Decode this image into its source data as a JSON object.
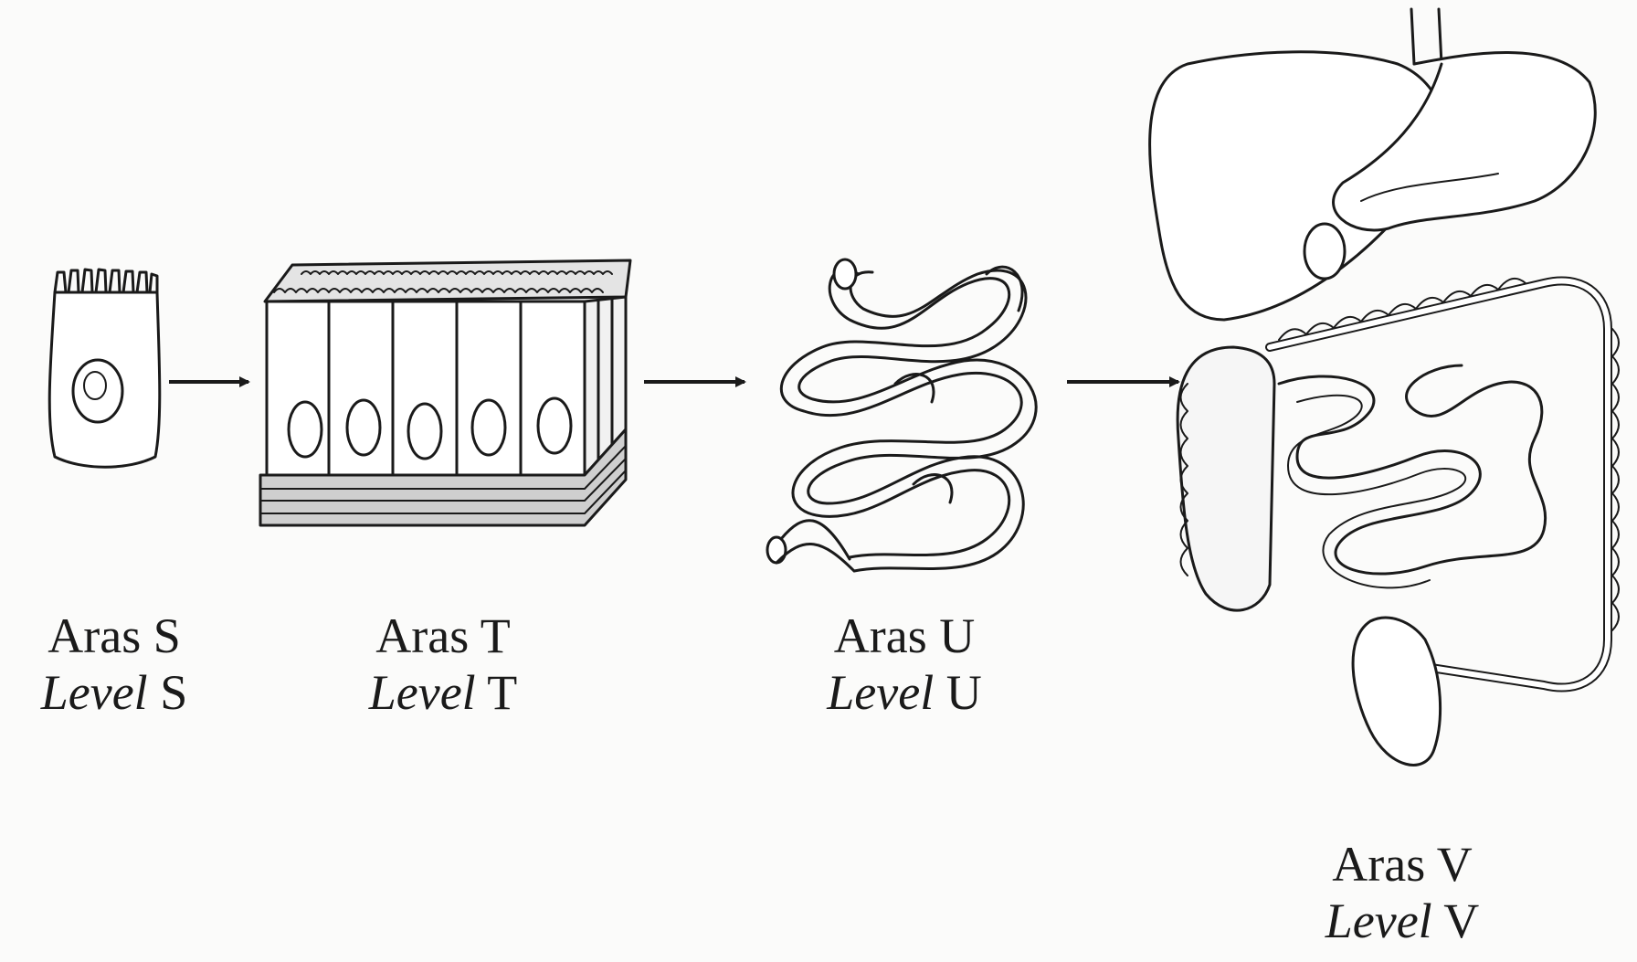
{
  "levels": [
    {
      "id": "S",
      "aras": "Aras S",
      "level_word": "Level",
      "level_letter": "S",
      "depicts": "cell"
    },
    {
      "id": "T",
      "aras": "Aras T",
      "level_word": "Level",
      "level_letter": "T",
      "depicts": "tissue"
    },
    {
      "id": "U",
      "aras": "Aras U",
      "level_word": "Level",
      "level_letter": "U",
      "depicts": "organ"
    },
    {
      "id": "V",
      "aras": "Aras V",
      "level_word": "Level",
      "level_letter": "V",
      "depicts": "system"
    }
  ],
  "arrows": [
    {
      "from": "S",
      "to": "T"
    },
    {
      "from": "T",
      "to": "U"
    },
    {
      "from": "U",
      "to": "V"
    }
  ],
  "colors": {
    "ink": "#1a1a1a",
    "background": "#fbfbfa",
    "fill": "#ffffff"
  }
}
